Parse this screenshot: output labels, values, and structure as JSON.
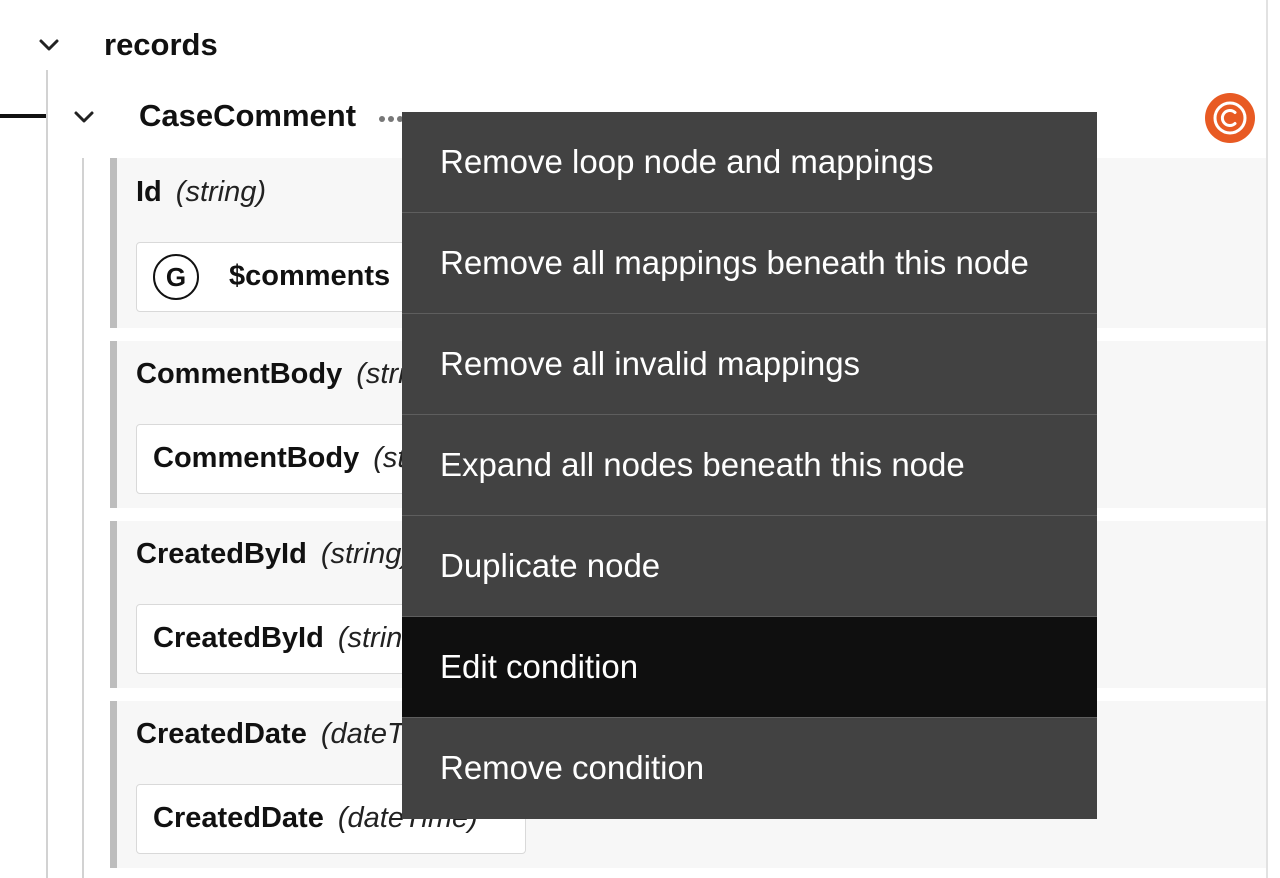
{
  "tree": {
    "root_node": {
      "label": "records"
    },
    "child_node": {
      "label": "CaseComment"
    }
  },
  "fields": [
    {
      "name": "Id",
      "type": "(string)",
      "mapping": {
        "source_badge": "G",
        "name": "$comments",
        "type": ""
      }
    },
    {
      "name": "CommentBody",
      "type": "(string)",
      "mapping": {
        "name": "CommentBody",
        "type": "(string)"
      }
    },
    {
      "name": "CreatedById",
      "type": "(string)",
      "mapping": {
        "name": "CreatedById",
        "type": "(string)"
      }
    },
    {
      "name": "CreatedDate",
      "type": "(dateTime)",
      "mapping": {
        "name": "CreatedDate",
        "type": "(dateTime)"
      }
    }
  ],
  "context_menu": {
    "items": [
      "Remove loop node and mappings",
      "Remove all mappings beneath this node",
      "Remove all invalid mappings",
      "Expand all nodes beneath this node",
      "Duplicate node",
      "Edit condition",
      "Remove condition"
    ],
    "highlighted_item": "Edit condition"
  },
  "icons": {
    "expand": "chevron-down-icon",
    "more": "more-horizontal-icon",
    "condition": "condition-badge-icon"
  },
  "colors": {
    "menu_background": "#424242",
    "menu_highlight": "#0f0f0f",
    "condition_badge": "#e85a23",
    "field_border": "#bdbdbd"
  }
}
